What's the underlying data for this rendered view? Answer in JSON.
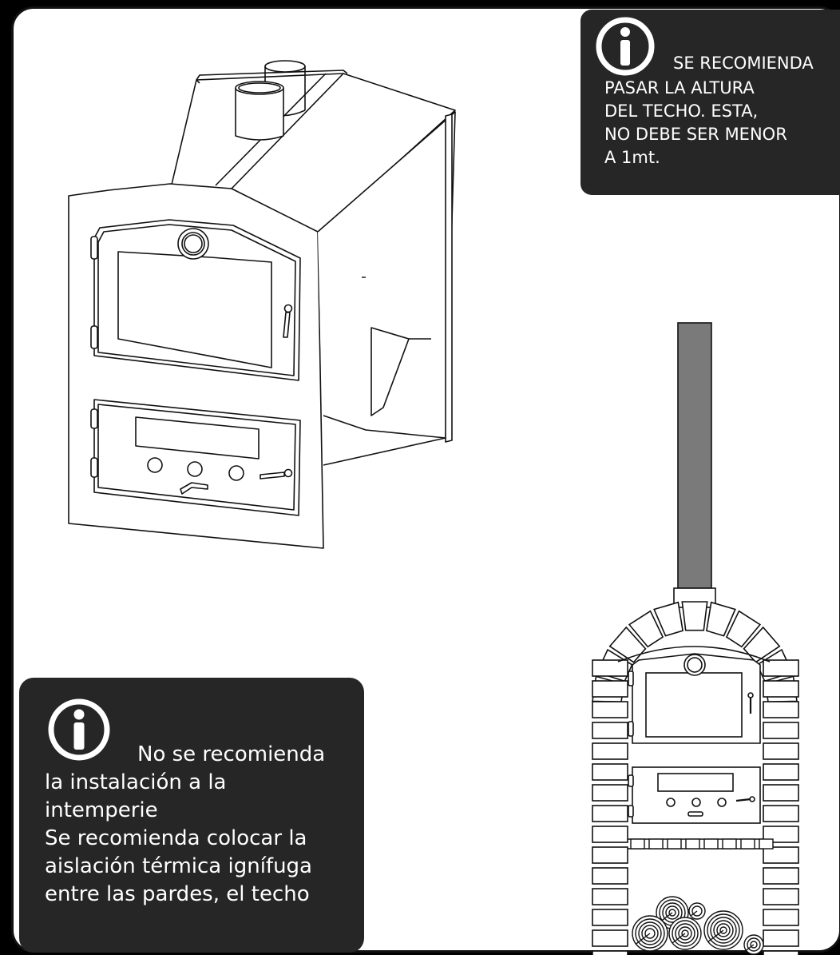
{
  "notes": {
    "ceiling": {
      "icon": "info-icon",
      "lines": [
        "SE RECOMIENDA",
        "PASAR LA ALTURA",
        "DEL TECHO. ESTA,",
        "NO DEBE SER MENOR",
        "A 1mt."
      ]
    },
    "outdoor": {
      "icon": "info-icon",
      "lines": [
        "No se recomienda",
        "la instalación a la",
        "intemperie",
        "Se recomienda colocar la",
        "aislación térmica ignífuga",
        "entre las pardes, el techo"
      ]
    }
  },
  "colors": {
    "note_background": "#262626",
    "chimney_pipe": "#7a7a7a",
    "line": "#111111"
  }
}
